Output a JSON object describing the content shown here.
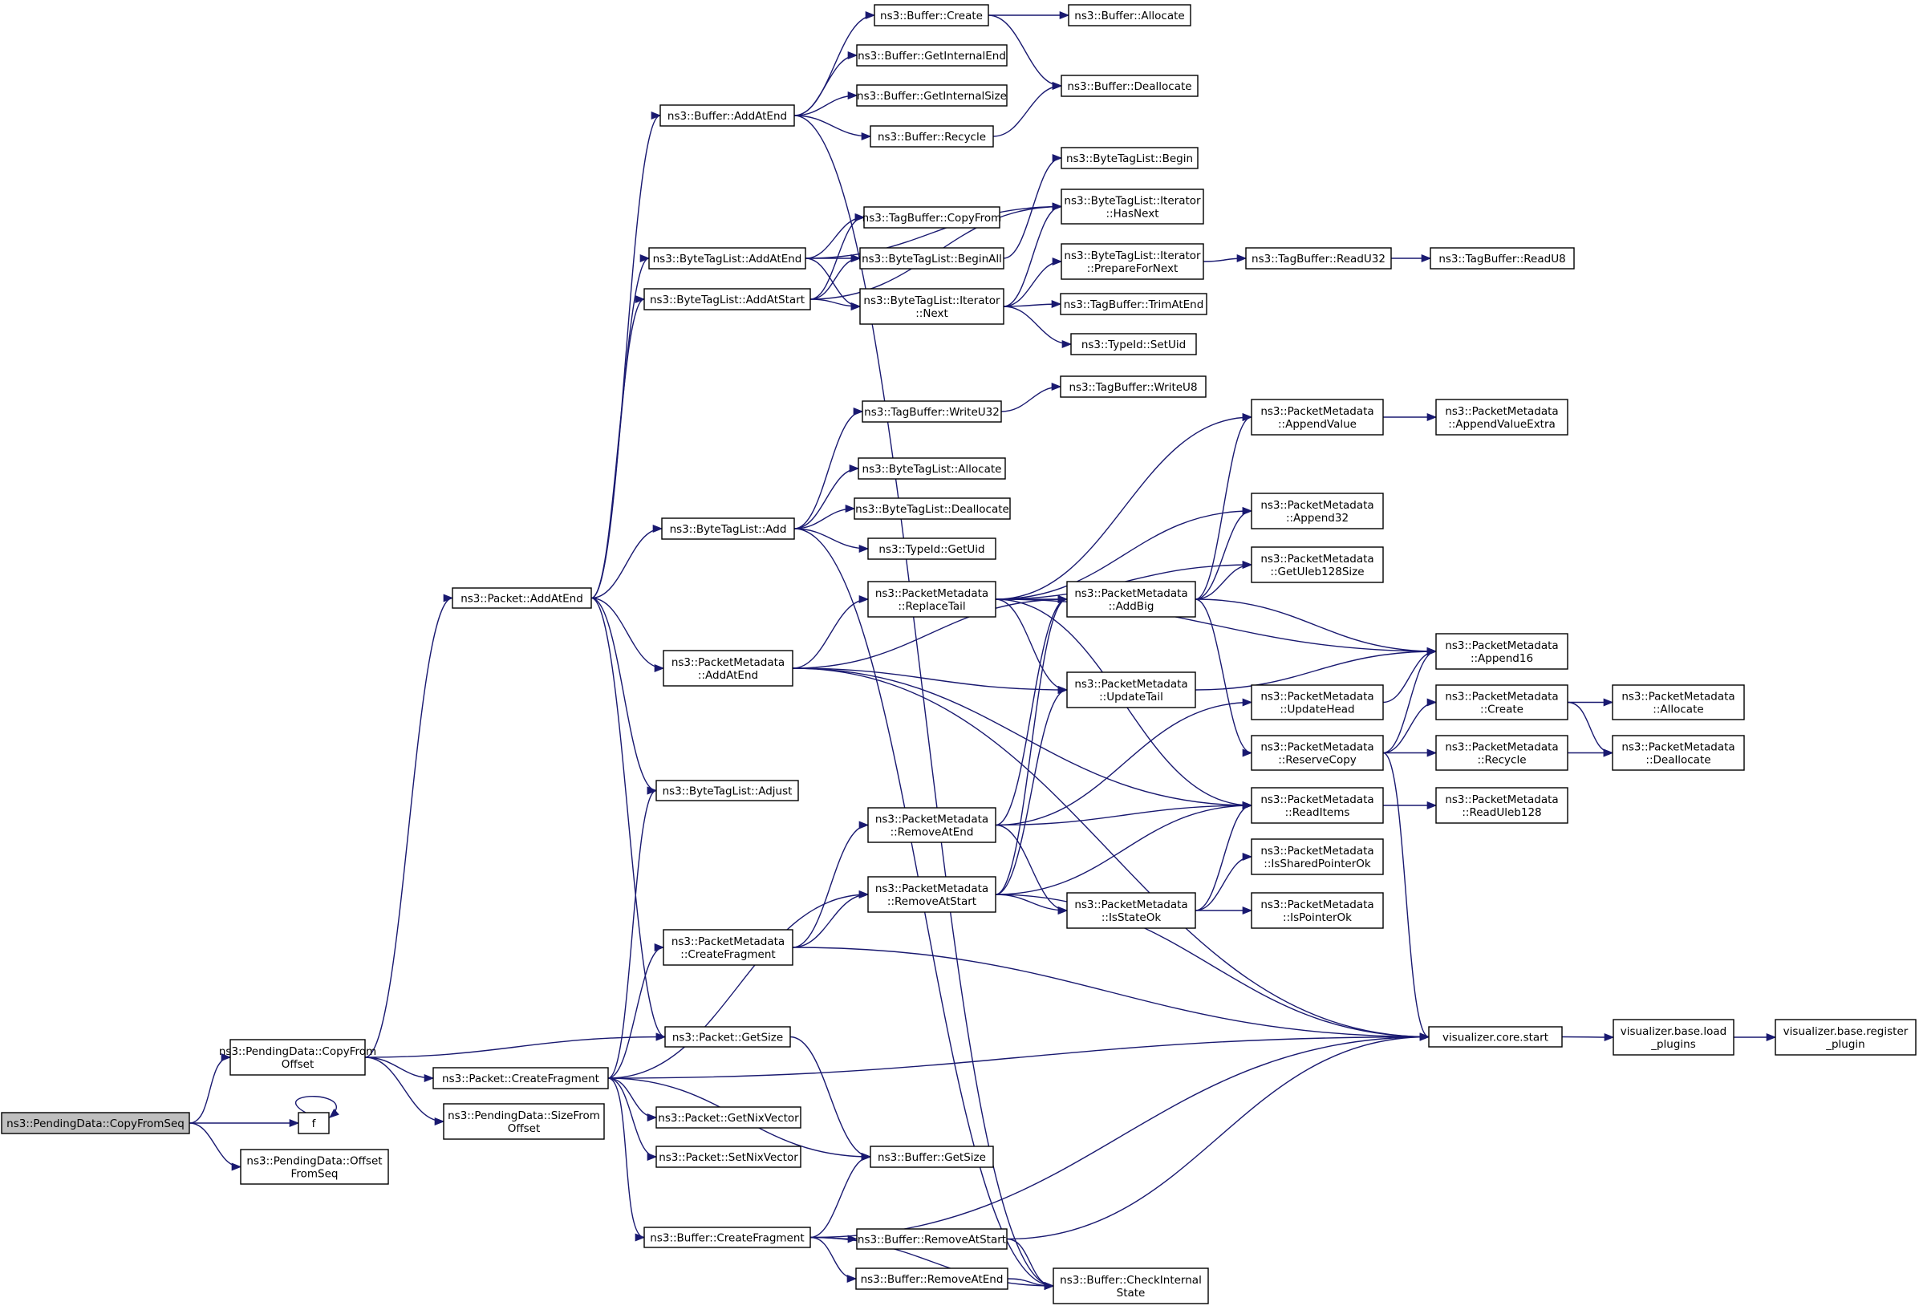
{
  "colors": {
    "edge": "#191970",
    "node_border": "#000000",
    "root_fill": "#bfbfbf",
    "background": "#ffffff"
  },
  "nodes": [
    {
      "id": "copyFromSeq",
      "lines": [
        "ns3::PendingData::CopyFromSeq"
      ]
    },
    {
      "id": "copyFromOffset",
      "lines": [
        "ns3::PendingData::CopyFrom",
        "Offset"
      ]
    },
    {
      "id": "f",
      "lines": [
        "f"
      ]
    },
    {
      "id": "offsetFromSeq",
      "lines": [
        "ns3::PendingData::Offset",
        "FromSeq"
      ]
    },
    {
      "id": "pktAddAtEnd",
      "lines": [
        "ns3::Packet::AddAtEnd"
      ]
    },
    {
      "id": "pktCreateFragment",
      "lines": [
        "ns3::Packet::CreateFragment"
      ]
    },
    {
      "id": "sizeFromOffset",
      "lines": [
        "ns3::PendingData::SizeFrom",
        "Offset"
      ]
    },
    {
      "id": "bufAddAtEnd",
      "lines": [
        "ns3::Buffer::AddAtEnd"
      ]
    },
    {
      "id": "btlAddAtEnd",
      "lines": [
        "ns3::ByteTagList::AddAtEnd"
      ]
    },
    {
      "id": "btlAddAtStart",
      "lines": [
        "ns3::ByteTagList::AddAtStart"
      ]
    },
    {
      "id": "btlAdd",
      "lines": [
        "ns3::ByteTagList::Add"
      ]
    },
    {
      "id": "pmAddAtEnd",
      "lines": [
        "ns3::PacketMetadata",
        "::AddAtEnd"
      ]
    },
    {
      "id": "btlAdjust",
      "lines": [
        "ns3::ByteTagList::Adjust"
      ]
    },
    {
      "id": "pmCreateFragment",
      "lines": [
        "ns3::PacketMetadata",
        "::CreateFragment"
      ]
    },
    {
      "id": "pktGetSize",
      "lines": [
        "ns3::Packet::GetSize"
      ]
    },
    {
      "id": "pktGetNix",
      "lines": [
        "ns3::Packet::GetNixVector"
      ]
    },
    {
      "id": "pktSetNix",
      "lines": [
        "ns3::Packet::SetNixVector"
      ]
    },
    {
      "id": "bufCreateFragment",
      "lines": [
        "ns3::Buffer::CreateFragment"
      ]
    },
    {
      "id": "bufCreate",
      "lines": [
        "ns3::Buffer::Create"
      ]
    },
    {
      "id": "bufGetInternalEnd",
      "lines": [
        "ns3::Buffer::GetInternalEnd"
      ]
    },
    {
      "id": "bufGetInternalSize",
      "lines": [
        "ns3::Buffer::GetInternalSize"
      ]
    },
    {
      "id": "bufRecycle",
      "lines": [
        "ns3::Buffer::Recycle"
      ]
    },
    {
      "id": "tbCopyFrom",
      "lines": [
        "ns3::TagBuffer::CopyFrom"
      ]
    },
    {
      "id": "btlBeginAll",
      "lines": [
        "ns3::ByteTagList::BeginAll"
      ]
    },
    {
      "id": "btlItNext",
      "lines": [
        "ns3::ByteTagList::Iterator",
        "::Next"
      ]
    },
    {
      "id": "tbWriteU32",
      "lines": [
        "ns3::TagBuffer::WriteU32"
      ]
    },
    {
      "id": "btlAllocate",
      "lines": [
        "ns3::ByteTagList::Allocate"
      ]
    },
    {
      "id": "btlDeallocate",
      "lines": [
        "ns3::ByteTagList::Deallocate"
      ]
    },
    {
      "id": "typeIdGetUid",
      "lines": [
        "ns3::TypeId::GetUid"
      ]
    },
    {
      "id": "pmReplaceTail",
      "lines": [
        "ns3::PacketMetadata",
        "::ReplaceTail"
      ]
    },
    {
      "id": "pmRemoveAtEnd",
      "lines": [
        "ns3::PacketMetadata",
        "::RemoveAtEnd"
      ]
    },
    {
      "id": "pmRemoveAtStart",
      "lines": [
        "ns3::PacketMetadata",
        "::RemoveAtStart"
      ]
    },
    {
      "id": "bufGetSize",
      "lines": [
        "ns3::Buffer::GetSize"
      ]
    },
    {
      "id": "bufRemoveAtStart",
      "lines": [
        "ns3::Buffer::RemoveAtStart"
      ]
    },
    {
      "id": "bufRemoveAtEnd",
      "lines": [
        "ns3::Buffer::RemoveAtEnd"
      ]
    },
    {
      "id": "bufAllocate",
      "lines": [
        "ns3::Buffer::Allocate"
      ]
    },
    {
      "id": "bufDeallocate",
      "lines": [
        "ns3::Buffer::Deallocate"
      ]
    },
    {
      "id": "btlBegin",
      "lines": [
        "ns3::ByteTagList::Begin"
      ]
    },
    {
      "id": "btlItHasNext",
      "lines": [
        "ns3::ByteTagList::Iterator",
        "::HasNext"
      ]
    },
    {
      "id": "btlItPrepare",
      "lines": [
        "ns3::ByteTagList::Iterator",
        "::PrepareForNext"
      ]
    },
    {
      "id": "tbTrimAtEnd",
      "lines": [
        "ns3::TagBuffer::TrimAtEnd"
      ]
    },
    {
      "id": "typeIdSetUid",
      "lines": [
        "ns3::TypeId::SetUid"
      ]
    },
    {
      "id": "tbWriteU8",
      "lines": [
        "ns3::TagBuffer::WriteU8"
      ]
    },
    {
      "id": "pmAddBig",
      "lines": [
        "ns3::PacketMetadata",
        "::AddBig"
      ]
    },
    {
      "id": "pmUpdateTail",
      "lines": [
        "ns3::PacketMetadata",
        "::UpdateTail"
      ]
    },
    {
      "id": "pmIsStateOk",
      "lines": [
        "ns3::PacketMetadata",
        "::IsStateOk"
      ]
    },
    {
      "id": "bufCheckInternalState",
      "lines": [
        "ns3::Buffer::CheckInternal",
        "State"
      ]
    },
    {
      "id": "tbReadU32",
      "lines": [
        "ns3::TagBuffer::ReadU32"
      ]
    },
    {
      "id": "pmAppendValue",
      "lines": [
        "ns3::PacketMetadata",
        "::AppendValue"
      ]
    },
    {
      "id": "pmAppend32",
      "lines": [
        "ns3::PacketMetadata",
        "::Append32"
      ]
    },
    {
      "id": "pmGetUleb128Size",
      "lines": [
        "ns3::PacketMetadata",
        "::GetUleb128Size"
      ]
    },
    {
      "id": "pmUpdateHead",
      "lines": [
        "ns3::PacketMetadata",
        "::UpdateHead"
      ]
    },
    {
      "id": "pmReserveCopy",
      "lines": [
        "ns3::PacketMetadata",
        "::ReserveCopy"
      ]
    },
    {
      "id": "pmReadItems",
      "lines": [
        "ns3::PacketMetadata",
        "::ReadItems"
      ]
    },
    {
      "id": "pmIsSharedPointerOk",
      "lines": [
        "ns3::PacketMetadata",
        "::IsSharedPointerOk"
      ]
    },
    {
      "id": "pmIsPointerOk",
      "lines": [
        "ns3::PacketMetadata",
        "::IsPointerOk"
      ]
    },
    {
      "id": "vizCoreStart",
      "lines": [
        "visualizer.core.start"
      ]
    },
    {
      "id": "tbReadU8",
      "lines": [
        "ns3::TagBuffer::ReadU8"
      ]
    },
    {
      "id": "pmAppendValueExtra",
      "lines": [
        "ns3::PacketMetadata",
        "::AppendValueExtra"
      ]
    },
    {
      "id": "pmAppend16",
      "lines": [
        "ns3::PacketMetadata",
        "::Append16"
      ]
    },
    {
      "id": "pmCreate",
      "lines": [
        "ns3::PacketMetadata",
        "::Create"
      ]
    },
    {
      "id": "pmRecycle",
      "lines": [
        "ns3::PacketMetadata",
        "::Recycle"
      ]
    },
    {
      "id": "pmReadUleb128",
      "lines": [
        "ns3::PacketMetadata",
        "::ReadUleb128"
      ]
    },
    {
      "id": "vizLoadPlugins",
      "lines": [
        "visualizer.base.load",
        "_plugins"
      ]
    },
    {
      "id": "pmAllocate",
      "lines": [
        "ns3::PacketMetadata",
        "::Allocate"
      ]
    },
    {
      "id": "pmDeallocate",
      "lines": [
        "ns3::PacketMetadata",
        "::Deallocate"
      ]
    },
    {
      "id": "vizRegisterPlugin",
      "lines": [
        "visualizer.base.register",
        "_plugin"
      ]
    }
  ],
  "edges": [
    [
      "copyFromSeq",
      "copyFromOffset"
    ],
    [
      "copyFromSeq",
      "f"
    ],
    [
      "copyFromSeq",
      "offsetFromSeq"
    ],
    [
      "f",
      "f"
    ],
    [
      "copyFromOffset",
      "pktAddAtEnd"
    ],
    [
      "copyFromOffset",
      "pktGetSize"
    ],
    [
      "copyFromOffset",
      "pktCreateFragment"
    ],
    [
      "copyFromOffset",
      "sizeFromOffset"
    ],
    [
      "pktAddAtEnd",
      "bufAddAtEnd"
    ],
    [
      "pktAddAtEnd",
      "btlAddAtEnd"
    ],
    [
      "pktAddAtEnd",
      "btlAddAtStart"
    ],
    [
      "pktAddAtEnd",
      "btlAdd"
    ],
    [
      "pktAddAtEnd",
      "pmAddAtEnd"
    ],
    [
      "pktAddAtEnd",
      "btlAdjust"
    ],
    [
      "pktAddAtEnd",
      "pktGetSize"
    ],
    [
      "pktCreateFragment",
      "btlAdjust"
    ],
    [
      "pktCreateFragment",
      "pmCreateFragment"
    ],
    [
      "pktCreateFragment",
      "pmRemoveAtStart"
    ],
    [
      "pktCreateFragment",
      "vizCoreStart"
    ],
    [
      "pktCreateFragment",
      "pktGetNix"
    ],
    [
      "pktCreateFragment",
      "pktSetNix"
    ],
    [
      "pktCreateFragment",
      "bufGetSize"
    ],
    [
      "pktCreateFragment",
      "bufCreateFragment"
    ],
    [
      "bufAddAtEnd",
      "bufCreate"
    ],
    [
      "bufAddAtEnd",
      "bufGetInternalEnd"
    ],
    [
      "bufAddAtEnd",
      "bufGetInternalSize"
    ],
    [
      "bufAddAtEnd",
      "bufRecycle"
    ],
    [
      "bufAddAtEnd",
      "bufCheckInternalState"
    ],
    [
      "bufCreate",
      "bufAllocate"
    ],
    [
      "bufCreate",
      "bufDeallocate"
    ],
    [
      "bufRecycle",
      "bufDeallocate"
    ],
    [
      "btlAddAtEnd",
      "btlItHasNext"
    ],
    [
      "btlAddAtEnd",
      "tbCopyFrom"
    ],
    [
      "btlAddAtEnd",
      "btlBeginAll"
    ],
    [
      "btlAddAtEnd",
      "btlItNext"
    ],
    [
      "btlAddAtStart",
      "tbCopyFrom"
    ],
    [
      "btlAddAtStart",
      "btlBeginAll"
    ],
    [
      "btlAddAtStart",
      "btlItHasNext"
    ],
    [
      "btlAddAtStart",
      "btlItNext"
    ],
    [
      "btlBeginAll",
      "btlBegin"
    ],
    [
      "btlItNext",
      "btlItHasNext"
    ],
    [
      "btlItNext",
      "btlItPrepare"
    ],
    [
      "btlItNext",
      "tbTrimAtEnd"
    ],
    [
      "btlItNext",
      "typeIdSetUid"
    ],
    [
      "btlItPrepare",
      "tbReadU32"
    ],
    [
      "tbReadU32",
      "tbReadU8"
    ],
    [
      "btlAdd",
      "tbWriteU32"
    ],
    [
      "btlAdd",
      "btlAllocate"
    ],
    [
      "btlAdd",
      "btlDeallocate"
    ],
    [
      "btlAdd",
      "typeIdGetUid"
    ],
    [
      "btlAdd",
      "bufCheckInternalState"
    ],
    [
      "tbWriteU32",
      "tbWriteU8"
    ],
    [
      "pmAddAtEnd",
      "pmReplaceTail"
    ],
    [
      "pmAddAtEnd",
      "pmAddBig"
    ],
    [
      "pmAddAtEnd",
      "pmUpdateTail"
    ],
    [
      "pmAddAtEnd",
      "pmReadItems"
    ],
    [
      "pmAddAtEnd",
      "vizCoreStart"
    ],
    [
      "pmReplaceTail",
      "pmAppendValue"
    ],
    [
      "pmReplaceTail",
      "pmAppend16"
    ],
    [
      "pmReplaceTail",
      "pmAppend32"
    ],
    [
      "pmReplaceTail",
      "pmGetUleb128Size"
    ],
    [
      "pmReplaceTail",
      "pmAddBig"
    ],
    [
      "pmReplaceTail",
      "pmUpdateTail"
    ],
    [
      "pmReplaceTail",
      "pmReadItems"
    ],
    [
      "pmAddBig",
      "pmAppendValue"
    ],
    [
      "pmAddBig",
      "pmAppend32"
    ],
    [
      "pmAddBig",
      "pmGetUleb128Size"
    ],
    [
      "pmAddBig",
      "pmAppend16"
    ],
    [
      "pmAddBig",
      "pmReserveCopy"
    ],
    [
      "pmUpdateTail",
      "pmAppend16"
    ],
    [
      "pmUpdateHead",
      "pmAppend16"
    ],
    [
      "pmAppendValue",
      "pmAppendValueExtra"
    ],
    [
      "pmReserveCopy",
      "pmAppend16"
    ],
    [
      "pmReserveCopy",
      "pmCreate"
    ],
    [
      "pmReserveCopy",
      "pmRecycle"
    ],
    [
      "pmReserveCopy",
      "vizCoreStart"
    ],
    [
      "pmCreate",
      "pmAllocate"
    ],
    [
      "pmCreate",
      "pmDeallocate"
    ],
    [
      "pmRecycle",
      "pmDeallocate"
    ],
    [
      "pmReadItems",
      "pmReadUleb128"
    ],
    [
      "pmCreateFragment",
      "pmRemoveAtEnd"
    ],
    [
      "pmCreateFragment",
      "pmRemoveAtStart"
    ],
    [
      "pmCreateFragment",
      "vizCoreStart"
    ],
    [
      "pmRemoveAtEnd",
      "pmAddBig"
    ],
    [
      "pmRemoveAtEnd",
      "pmUpdateHead"
    ],
    [
      "pmRemoveAtEnd",
      "pmReadItems"
    ],
    [
      "pmRemoveAtEnd",
      "pmIsStateOk"
    ],
    [
      "pmRemoveAtStart",
      "pmAddBig"
    ],
    [
      "pmRemoveAtStart",
      "pmUpdateTail"
    ],
    [
      "pmRemoveAtStart",
      "pmReadItems"
    ],
    [
      "pmRemoveAtStart",
      "pmIsStateOk"
    ],
    [
      "pmRemoveAtStart",
      "vizCoreStart"
    ],
    [
      "pmIsStateOk",
      "pmReadItems"
    ],
    [
      "pmIsStateOk",
      "pmIsSharedPointerOk"
    ],
    [
      "pmIsStateOk",
      "pmIsPointerOk"
    ],
    [
      "bufCreateFragment",
      "bufGetSize"
    ],
    [
      "bufCreateFragment",
      "bufRemoveAtStart"
    ],
    [
      "bufCreateFragment",
      "bufRemoveAtEnd"
    ],
    [
      "bufCreateFragment",
      "bufCheckInternalState"
    ],
    [
      "bufCreateFragment",
      "vizCoreStart"
    ],
    [
      "bufRemoveAtStart",
      "bufCheckInternalState"
    ],
    [
      "bufRemoveAtStart",
      "vizCoreStart"
    ],
    [
      "bufRemoveAtEnd",
      "bufCheckInternalState"
    ],
    [
      "pktGetSize",
      "bufGetSize"
    ],
    [
      "vizCoreStart",
      "vizLoadPlugins"
    ],
    [
      "vizLoadPlugins",
      "vizRegisterPlugin"
    ]
  ]
}
